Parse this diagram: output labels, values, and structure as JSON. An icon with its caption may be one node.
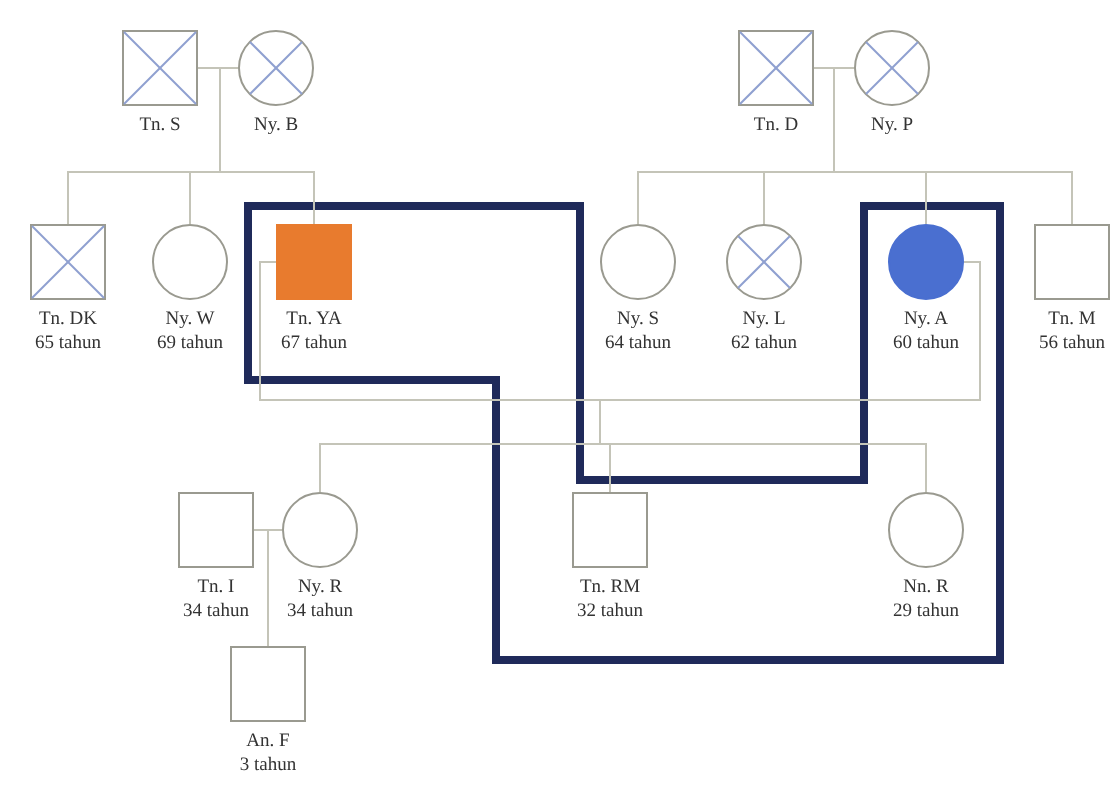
{
  "diagram": {
    "nodes": [
      {
        "text": [],
        "shape": "box"
      },
      {
        "text": [],
        "shape": "square",
        "beside": [
          "Tn. S"
        ]
      },
      {
        "text": [],
        "shape": "circle",
        "beside": [
          "Ny. B"
        ]
      },
      {
        "text": [],
        "shape": "square",
        "beside": [
          "Tn. D"
        ]
      },
      {
        "text": [],
        "shape": "circle",
        "beside": [
          "Ny. P"
        ]
      },
      {
        "text": [],
        "shape": "square",
        "beside": [
          "Tn. DK",
          "65 tahun"
        ]
      },
      {
        "text": [],
        "shape": "circle",
        "beside": [
          "Ny. W",
          "69 tahun"
        ]
      },
      {
        "text": [],
        "shape": "square",
        "beside": [
          "Tn. YA",
          "67 tahun"
        ],
        "in": 0
      },
      {
        "text": [],
        "shape": "circle",
        "beside": [
          "Ny. S",
          "64 tahun"
        ]
      },
      {
        "text": [],
        "shape": "circle",
        "beside": [
          "Ny. L",
          "62 tahun"
        ]
      },
      {
        "text": [],
        "shape": "circle",
        "beside": [
          "Ny. A",
          "60 tahun"
        ],
        "in": 0
      },
      {
        "text": [],
        "shape": "square",
        "beside": [
          "Tn. M",
          "56 tahun"
        ]
      },
      {
        "text": [],
        "shape": "square",
        "beside": [
          "Tn. I",
          "34 tahun"
        ]
      },
      {
        "text": [],
        "shape": "circle",
        "beside": [
          "Ny. R",
          "34 tahun"
        ]
      },
      {
        "text": [],
        "shape": "square",
        "beside": [
          "Tn. RM",
          "32 tahun"
        ],
        "in": 0
      },
      {
        "text": [],
        "shape": "circle",
        "beside": [
          "Nn. R",
          "29 tahun"
        ],
        "in": 0
      },
      {
        "text": [],
        "shape": "square",
        "beside": [
          "An. F",
          "3 tahun"
        ]
      }
    ],
    "edges": [
      {
        "from": 1,
        "to": 2,
        "arrow": "none"
      },
      {
        "from": 1,
        "to": 5,
        "arrow": "none"
      },
      {
        "from": 1,
        "to": 6,
        "arrow": "none"
      },
      {
        "from": 1,
        "to": 7,
        "arrow": "none"
      },
      {
        "from": 2,
        "to": 5,
        "arrow": "none"
      },
      {
        "from": 2,
        "to": 6,
        "arrow": "none"
      },
      {
        "from": 2,
        "to": 7,
        "arrow": "none"
      },
      {
        "from": 3,
        "to": 4,
        "arrow": "none"
      },
      {
        "from": 3,
        "to": 8,
        "arrow": "none"
      },
      {
        "from": 3,
        "to": 9,
        "arrow": "none"
      },
      {
        "from": 3,
        "to": 10,
        "arrow": "none"
      },
      {
        "from": 3,
        "to": 11,
        "arrow": "none"
      },
      {
        "from": 4,
        "to": 8,
        "arrow": "none"
      },
      {
        "from": 4,
        "to": 9,
        "arrow": "none"
      },
      {
        "from": 4,
        "to": 10,
        "arrow": "none"
      },
      {
        "from": 4,
        "to": 11,
        "arrow": "none"
      },
      {
        "from": 7,
        "to": 10,
        "arrow": "none"
      },
      {
        "from": 7,
        "to": 13,
        "arrow": "none"
      },
      {
        "from": 7,
        "to": 14,
        "arrow": "none"
      },
      {
        "from": 7,
        "to": 15,
        "arrow": "none"
      },
      {
        "from": 10,
        "to": 13,
        "arrow": "none"
      },
      {
        "from": 10,
        "to": 14,
        "arrow": "none"
      },
      {
        "from": 10,
        "to": 15,
        "arrow": "none"
      },
      {
        "from": 12,
        "to": 13,
        "arrow": "none"
      },
      {
        "from": 12,
        "to": 16,
        "arrow": "none"
      },
      {
        "from": 13,
        "to": 16,
        "arrow": "none"
      }
    ]
  }
}
